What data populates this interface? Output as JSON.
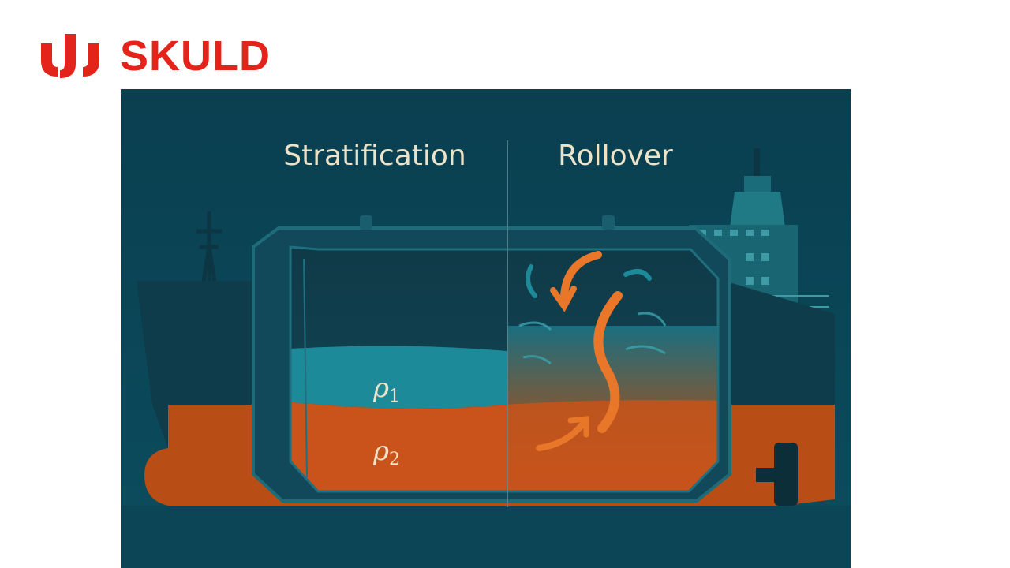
{
  "brand": {
    "name": "SKULD",
    "logo_icon": "skuld-logo-icon",
    "color": "#e3241b"
  },
  "diagram": {
    "left_label": "Stratification",
    "right_label": "Rollover",
    "upper_layer_symbol": "ρ",
    "upper_layer_subscript": "1",
    "lower_layer_symbol": "ρ",
    "lower_layer_subscript": "2",
    "colors": {
      "background": "#0b4556",
      "hull": "#0e3c4b",
      "light_layer": "#1d8a99",
      "dense_layer": "#c9531a",
      "arrow": "#e8772a",
      "label": "#ede3c8"
    }
  }
}
